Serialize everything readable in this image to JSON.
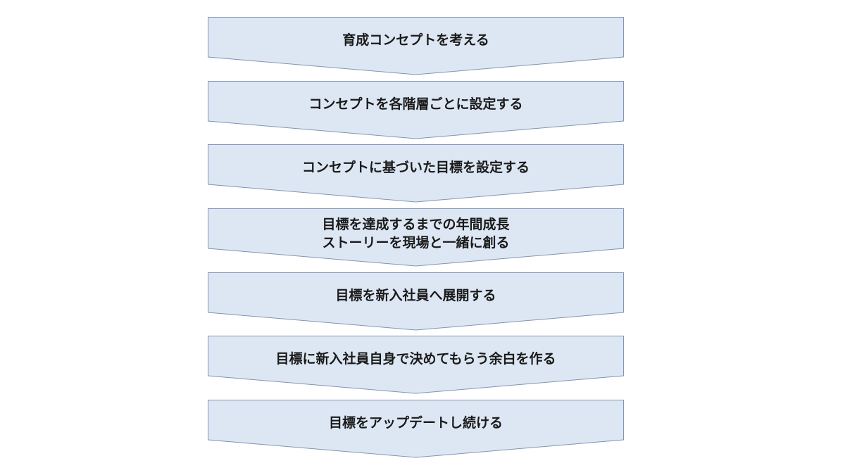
{
  "colors": {
    "fill": "#dde7f4",
    "stroke": "#8096b6"
  },
  "steps": [
    {
      "lines": [
        "育成コンセプトを考える"
      ]
    },
    {
      "lines": [
        "コンセプトを各階層ごとに設定する"
      ]
    },
    {
      "lines": [
        "コンセプトに基づいた目標を設定する"
      ]
    },
    {
      "lines": [
        "目標を達成するまでの年間成長",
        "ストーリーを現場と一緒に創る"
      ]
    },
    {
      "lines": [
        "目標を新入社員へ展開する"
      ]
    },
    {
      "lines": [
        "目標に新入社員自身で決めてもらう余白を作る"
      ]
    },
    {
      "lines": [
        "目標をアップデートし続ける"
      ]
    }
  ]
}
